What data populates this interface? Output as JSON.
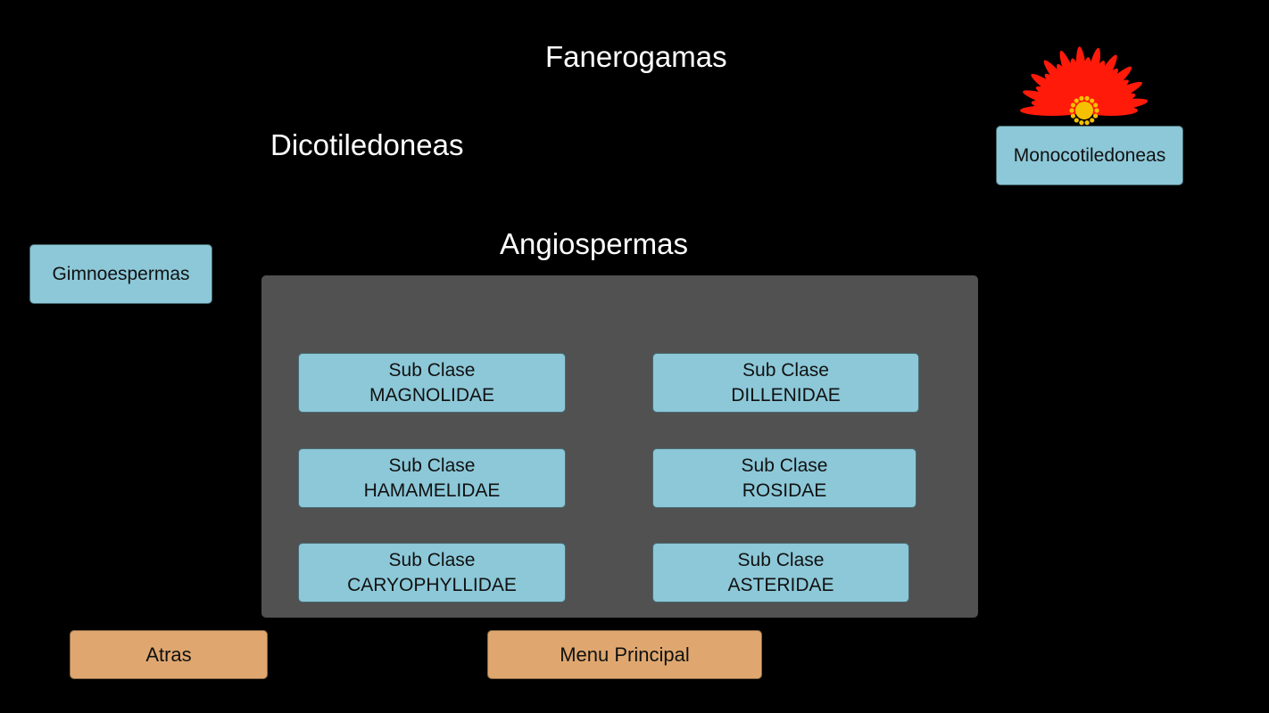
{
  "titles": {
    "main": "Fanerogamas",
    "dicot": "Dicotiledoneas",
    "angio": "Angiospermas"
  },
  "side_buttons": {
    "monocot": "Monocotiledoneas",
    "gimno": "Gimnoespermas"
  },
  "subclasses": [
    {
      "line1": "Sub Clase",
      "line2": "MAGNOLIDAE"
    },
    {
      "line1": "Sub Clase",
      "line2": "DILLENIDAE"
    },
    {
      "line1": "Sub Clase",
      "line2": "HAMAMELIDAE"
    },
    {
      "line1": "Sub Clase",
      "line2": "ROSIDAE"
    },
    {
      "line1": "Sub Clase",
      "line2": "CARYOPHYLLIDAE"
    },
    {
      "line1": "Sub Clase",
      "line2": "ASTERIDAE"
    }
  ],
  "nav": {
    "back": "Atras",
    "main_menu": "Menu Principal"
  },
  "icons": {
    "flower": "red-flower-icon"
  },
  "colors": {
    "button_blue": "#8cc8d8",
    "button_orange": "#dfa76f",
    "panel": "#515151",
    "flower_petal": "#ff1a0a",
    "flower_center": "#f5c000"
  }
}
